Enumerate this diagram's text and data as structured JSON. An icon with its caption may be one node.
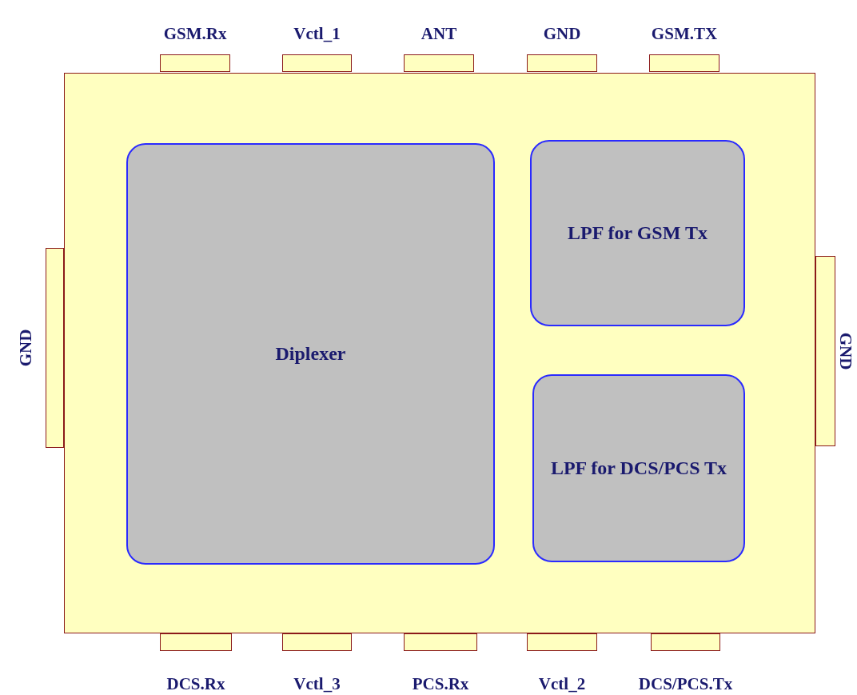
{
  "diagram": {
    "nodes": [
      {
        "text": [
          "GSM.Rx"
        ]
      },
      {
        "text": [
          "Vctl_1"
        ]
      },
      {
        "text": [
          "ANT"
        ]
      },
      {
        "text": [
          "GND"
        ]
      },
      {
        "text": [
          "GSM.TX"
        ]
      },
      {
        "text": [
          "GND"
        ]
      },
      {
        "text": [],
        "shape": "box"
      },
      {
        "text": [
          "Diplexer"
        ],
        "in": 6
      },
      {
        "text": [
          "LPF for GSM Tx"
        ],
        "in": 6
      },
      {
        "text": [
          "LPF for DCS/PCS Tx"
        ],
        "in": 6
      },
      {
        "text": [
          "GND"
        ]
      },
      {
        "text": [
          "DCS.Rx"
        ]
      },
      {
        "text": [
          "Vctl_3"
        ]
      },
      {
        "text": [
          "PCS.Rx"
        ]
      },
      {
        "text": [
          "Vctl_2"
        ]
      },
      {
        "text": [
          "DCS/PCS.Tx"
        ]
      }
    ],
    "edges": []
  }
}
